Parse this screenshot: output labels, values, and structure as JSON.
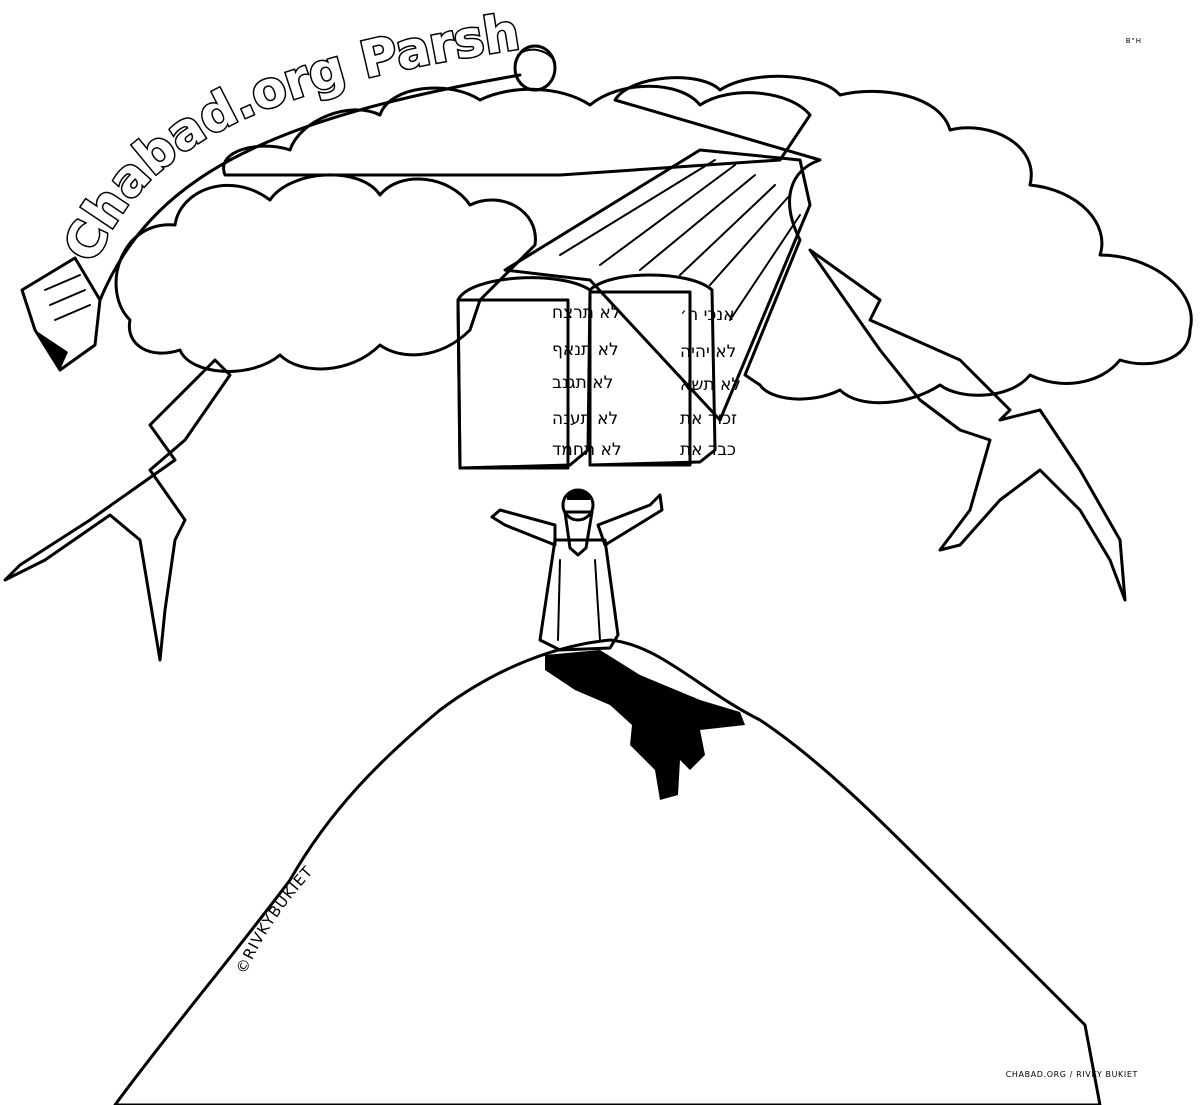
{
  "corner_mark": "B\"H",
  "logo": {
    "text": "Chabad.org Parsha"
  },
  "tablets": {
    "left": [
      "לא תרצח",
      "לא תנאף",
      "לא תגנב",
      "לא תענה",
      "לא תחמד"
    ],
    "right": [
      "אנכי ה׳",
      "לא יהיה",
      "לא תשא",
      "זכור את",
      "כבד את"
    ]
  },
  "signature": "©RIVKYBUKIET",
  "credit": "CHABAD.ORG / RIVKY BUKIET"
}
